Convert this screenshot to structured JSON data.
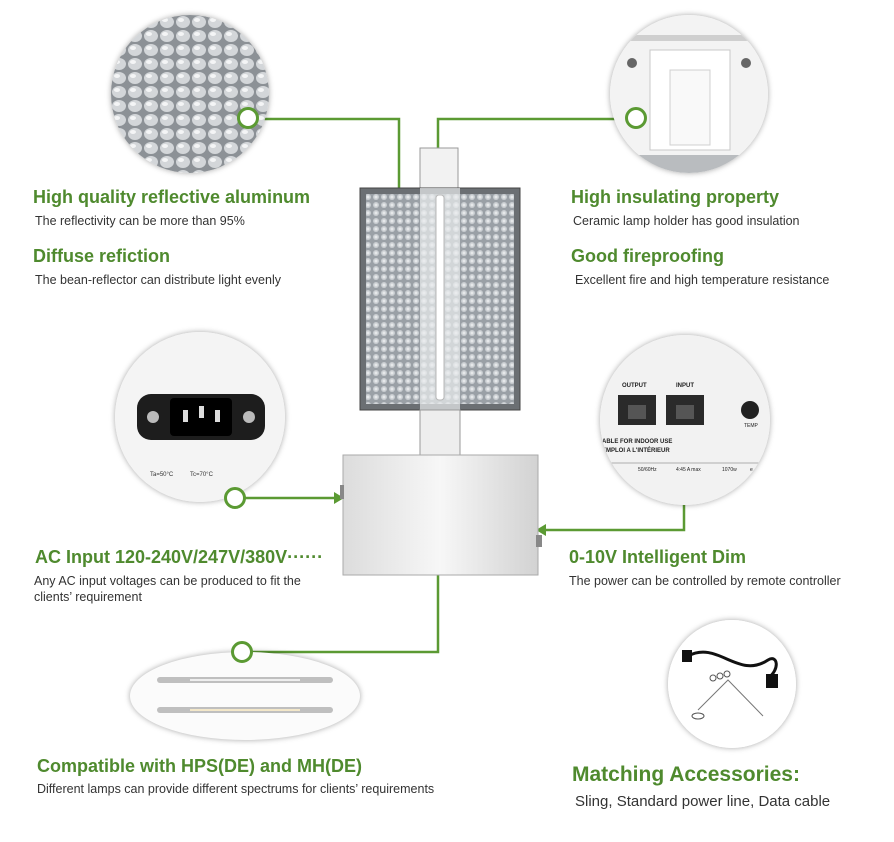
{
  "colors": {
    "accent": "#5b9a33",
    "title": "#4f8a2e",
    "text": "#333333"
  },
  "features": {
    "reflective": {
      "title": "High quality reflective aluminum",
      "desc": "The reflectivity can be more than 95%"
    },
    "diffuse": {
      "title": "Diffuse refiction",
      "desc": "The bean-reflector can distribute light evenly"
    },
    "insulating": {
      "title": "High insulating property",
      "desc": "Ceramic lamp holder has good insulation"
    },
    "fireproof": {
      "title": "Good fireproofing",
      "desc": "Excellent fire and high temperature resistance"
    },
    "ac_input": {
      "title": "AC Input 120-240V/247V/380V······",
      "desc": "Any AC input voltages can be produced to fit the clients’ requirement"
    },
    "dim": {
      "title": "0-10V Intelligent Dim",
      "desc": "The power can be controlled by remote controller"
    },
    "compatible": {
      "title": "Compatible with HPS(DE) and MH(DE)",
      "desc": "Different lamps can provide different spectrums for clients’ requirements"
    },
    "accessories": {
      "title": "Matching Accessories:",
      "desc": "Sling, Standard power line, Data cable"
    }
  },
  "panel": {
    "output_label": "OUTPUT",
    "input_label": "INPUT",
    "temp_label": "TEMP",
    "indoor_line1": "ABLE FOR INDOOR USE",
    "indoor_line2": "EMPLOI A L'INTÉRIEUR",
    "spec_hz": "50/60Hz",
    "spec_amp": "4:45 A max",
    "spec_w": "1070w",
    "spec_e": "e"
  },
  "socket_specs": {
    "ta": "Ta=50°C",
    "tc": "Tc=70°C"
  }
}
